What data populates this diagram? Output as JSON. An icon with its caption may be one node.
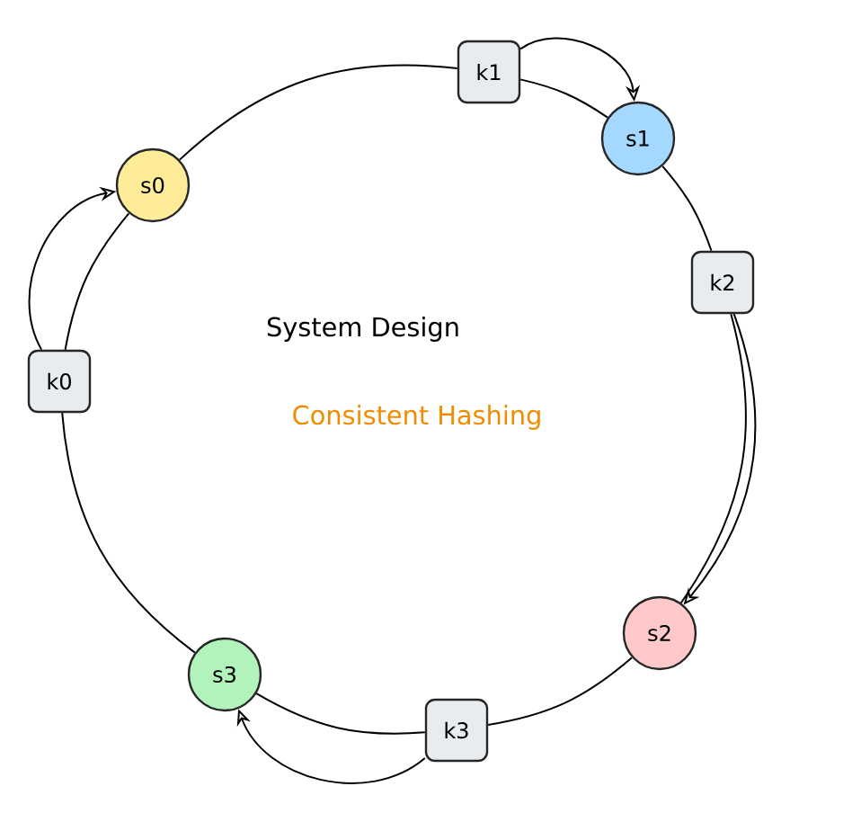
{
  "diagram": {
    "nodes": [
      {
        "text": [
          "k0"
        ]
      },
      {
        "text": [
          "s0"
        ]
      },
      {
        "text": [
          "k1"
        ]
      },
      {
        "text": [
          "s1"
        ]
      },
      {
        "text": [
          "k2"
        ]
      },
      {
        "text": [
          "s2"
        ]
      },
      {
        "text": [
          "k3"
        ]
      },
      {
        "text": [
          "s3"
        ]
      }
    ],
    "edges": [
      {
        "from": 0,
        "to": 1,
        "arrow": "none"
      },
      {
        "from": 1,
        "to": 2,
        "arrow": "none"
      },
      {
        "from": 2,
        "to": 3,
        "arrow": "none"
      },
      {
        "from": 3,
        "to": 4,
        "arrow": "none"
      },
      {
        "from": 4,
        "to": 5,
        "arrow": "none"
      },
      {
        "from": 5,
        "to": 6,
        "arrow": "none"
      },
      {
        "from": 6,
        "to": 7,
        "arrow": "none"
      },
      {
        "from": 7,
        "to": 0,
        "arrow": "none"
      },
      {
        "from": 0,
        "to": 1,
        "arrow": "to"
      },
      {
        "from": 2,
        "to": 3,
        "arrow": "to"
      },
      {
        "from": 4,
        "to": 5,
        "arrow": "to"
      },
      {
        "from": 6,
        "to": 7,
        "arrow": "to"
      }
    ],
    "labels": [
      "System Design",
      "Consistent Hashing"
    ]
  }
}
